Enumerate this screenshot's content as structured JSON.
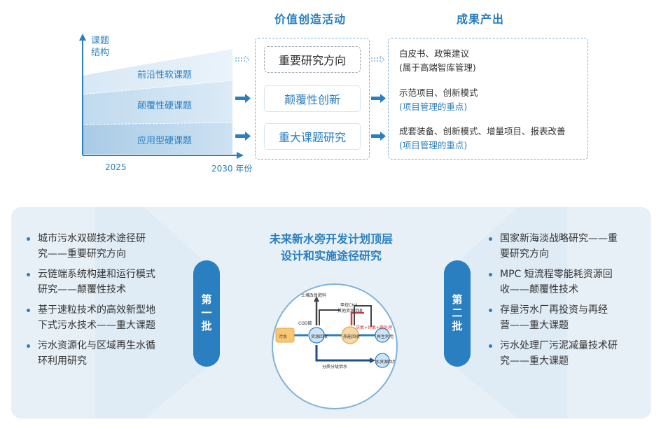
{
  "headers": {
    "value_activity": "价值创造活动",
    "output": "成果产出"
  },
  "chart": {
    "y_axis_label_line1": "课题",
    "y_axis_label_line2": "结构",
    "x_start": "2025",
    "x_end": "2030 年份",
    "bands": [
      "前沿性软课题",
      "颠覆性硬课题",
      "应用型硬课题"
    ]
  },
  "activities": [
    "重要研究方向",
    "颠覆性创新",
    "重大课题研究"
  ],
  "outputs": [
    {
      "line1": "白皮书、政策建议",
      "line2": "(属于高端智库管理)"
    },
    {
      "line1": "示范项目、创新模式",
      "line2": "(项目管理的重点)"
    },
    {
      "line1": "成套装备、创新模式、增量项目、报表改善",
      "line2": "(项目管理的重点)"
    }
  ],
  "bottom": {
    "center_title_line1": "未来新水旁开发计划顶层",
    "center_title_line2": "设计和实施途径研究",
    "batch1_label": "第一批",
    "batch2_label": "第二批",
    "left_items": [
      {
        "l1": "城市污水双碳技术途径研",
        "l2": "究——重要研究方向"
      },
      {
        "l1": "云链端系统构建和运行模式",
        "l2": "研究——颠覆性技术"
      },
      {
        "l1": "基于速粒技术的高效新型地",
        "l2": "下式污水技术——重大课题"
      },
      {
        "l1": "污水资源化与区域再生水循",
        "l2": "环利用研究"
      }
    ],
    "right_items": [
      {
        "l1": "国家新海淡战略研究——重",
        "l2": "要研究方向"
      },
      {
        "l1": "MPC 短流程零能耗资源回",
        "l2": "收——颠覆性技术"
      },
      {
        "l1": "存量污水厂再投资与再经",
        "l2": "营——重大课题"
      },
      {
        "l1": "污水处理厂污泥减量技术研",
        "l2": "究——重大课题"
      }
    ],
    "circle_labels": {
      "top": "土壤改良肥料",
      "ch4": "甲烷CH4",
      "other": "其他资源回收",
      "cod": "COD碳",
      "sewage": "污水",
      "res1": "资源回收",
      "res2": "热能回收",
      "flow": "厌氧+好氧+膜处理",
      "recycled": "再生利用",
      "water": "水资源回用",
      "bottom": "分质分级供水"
    }
  },
  "colors": {
    "accent": "#2a7fc0",
    "light_blue": "#e7f0f7",
    "dash_border": "#7fb2da"
  }
}
